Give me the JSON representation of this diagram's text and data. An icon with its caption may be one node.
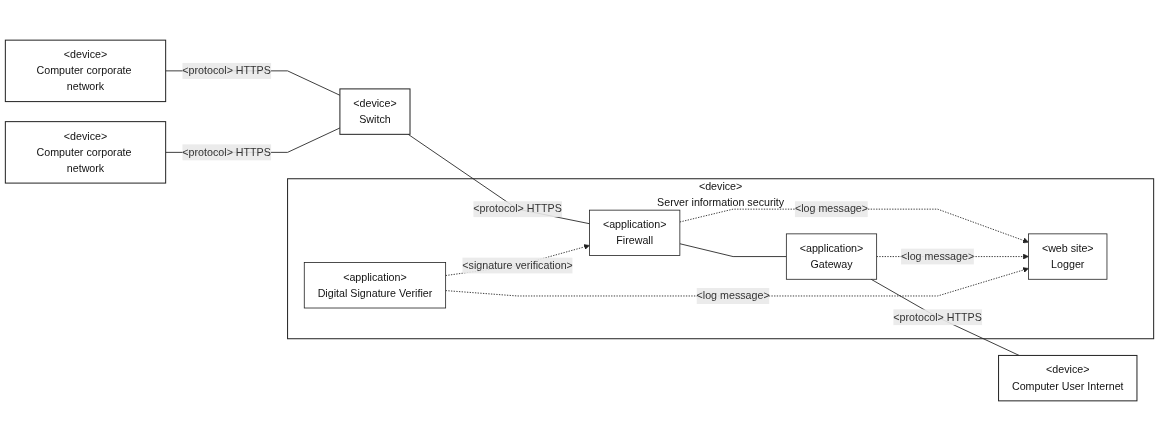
{
  "diagram": {
    "nodes": [
      {
        "text": [
          "<device>",
          "Computer corporate network"
        ]
      },
      {
        "text": [
          "<device>",
          "Computer corporate network"
        ]
      },
      {
        "text": [
          "<device>",
          "Switch"
        ]
      },
      {
        "text": [
          "<device>",
          "Server information security"
        ]
      },
      {
        "text": [
          "<web site>",
          "Logger"
        ],
        "in": 3
      },
      {
        "text": [
          "<application>",
          "Firewall"
        ],
        "in": 3
      },
      {
        "text": [
          "<application>",
          "Gateway"
        ],
        "in": 3
      },
      {
        "text": [
          "<application>",
          "Digital Signature Verifier"
        ],
        "in": 3
      },
      {
        "text": [
          "<device>",
          "Computer User Internet"
        ]
      }
    ],
    "edges": [
      {
        "from": 0,
        "to": 2,
        "arrow": "none",
        "label": "<protocol> HTTPS"
      },
      {
        "from": 1,
        "to": 2,
        "arrow": "none",
        "label": "<protocol> HTTPS"
      },
      {
        "from": 2,
        "to": 5,
        "arrow": "none",
        "label": "<protocol> HTTPS"
      },
      {
        "from": 5,
        "to": 6,
        "arrow": "none"
      },
      {
        "from": 6,
        "to": 8,
        "arrow": "none",
        "label": "<protocol> HTTPS"
      },
      {
        "from": 5,
        "to": 4,
        "arrow": "to",
        "style": "dashed",
        "label": "<log message>"
      },
      {
        "from": 6,
        "to": 4,
        "arrow": "to",
        "style": "dashed",
        "label": "<log message>"
      },
      {
        "from": 7,
        "to": 4,
        "arrow": "to",
        "style": "dashed",
        "label": "<log message>"
      },
      {
        "from": 7,
        "to": 5,
        "arrow": "to",
        "style": "dashed",
        "label": "<signature verification>"
      }
    ]
  }
}
